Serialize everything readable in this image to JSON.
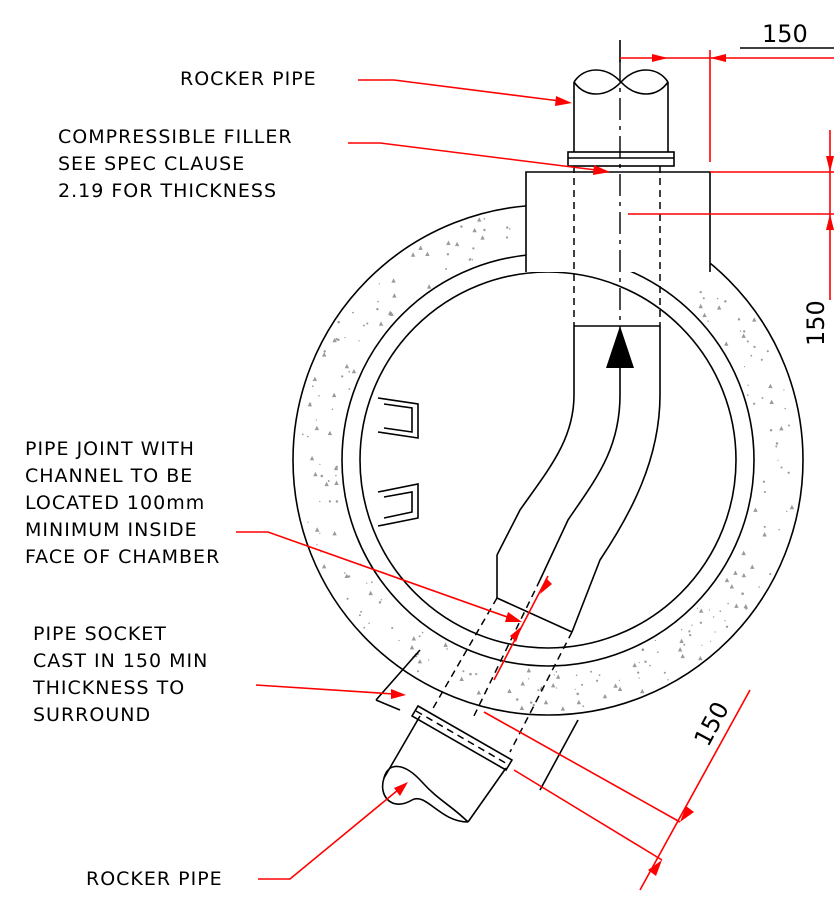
{
  "labels": {
    "rocker_pipe_top": "ROCKER PIPE",
    "filler_line1": "COMPRESSIBLE FILLER",
    "filler_line2": "SEE SPEC CLAUSE",
    "filler_line3": "2.19 FOR THICKNESS",
    "joint_line1": "PIPE JOINT WITH",
    "joint_line2": "CHANNEL TO BE",
    "joint_line3": "LOCATED 100mm",
    "joint_line4": "MINIMUM INSIDE",
    "joint_line5": "FACE OF CHAMBER",
    "socket_line1": "PIPE SOCKET",
    "socket_line2": "CAST IN 150 MIN",
    "socket_line3": "THICKNESS TO",
    "socket_line4": "SURROUND",
    "rocker_pipe_bottom": "ROCKER PIPE"
  },
  "dimensions": {
    "top_horizontal": "150",
    "right_vertical": "150",
    "bottom_diagonal": "150"
  },
  "colors": {
    "linework": "#000000",
    "leaders": "#ff0000",
    "concrete_speckle": "#9a9a9a"
  }
}
